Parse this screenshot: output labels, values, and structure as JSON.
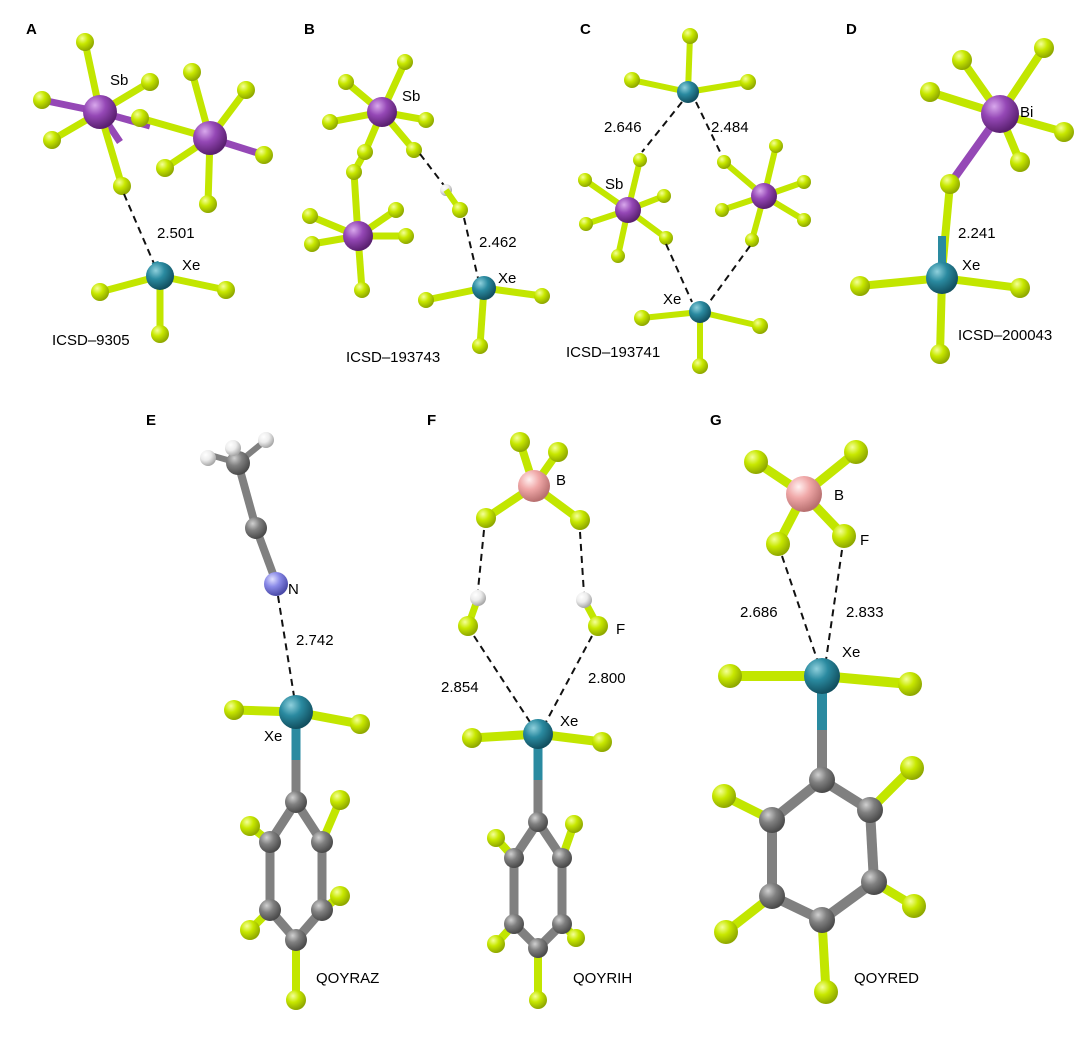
{
  "colors": {
    "F": "#c2e600",
    "Xe": "#2a8aa0",
    "Sb": "#9548b6",
    "Bi": "#9548b6",
    "B": "#f0a8a8",
    "C": "#808080",
    "N": "#8a8ae8",
    "H": "#ececec"
  },
  "panels": [
    {
      "letter": "A",
      "code": "ICSD–9305",
      "labels": [
        {
          "text": "Sb"
        },
        {
          "text": "Xe"
        }
      ],
      "distances": [
        "2.501"
      ]
    },
    {
      "letter": "B",
      "code": "ICSD–193743",
      "labels": [
        {
          "text": "Sb"
        },
        {
          "text": "Xe"
        }
      ],
      "distances": [
        "2.462"
      ]
    },
    {
      "letter": "C",
      "code": "ICSD–193741",
      "labels": [
        {
          "text": "Sb"
        },
        {
          "text": "Xe"
        }
      ],
      "distances": [
        "2.646",
        "2.484"
      ]
    },
    {
      "letter": "D",
      "code": "ICSD–200043",
      "labels": [
        {
          "text": "Bi"
        },
        {
          "text": "Xe"
        }
      ],
      "distances": [
        "2.241"
      ]
    },
    {
      "letter": "E",
      "code": "QOYRAZ",
      "labels": [
        {
          "text": "N"
        },
        {
          "text": "Xe"
        }
      ],
      "distances": [
        "2.742"
      ]
    },
    {
      "letter": "F",
      "code": "QOYRIH",
      "labels": [
        {
          "text": "B"
        },
        {
          "text": "F"
        },
        {
          "text": "Xe"
        }
      ],
      "distances": [
        "2.854",
        "2.800"
      ]
    },
    {
      "letter": "G",
      "code": "QOYRED",
      "labels": [
        {
          "text": "B"
        },
        {
          "text": "F"
        },
        {
          "text": "Xe"
        }
      ],
      "distances": [
        "2.686",
        "2.833"
      ]
    }
  ]
}
